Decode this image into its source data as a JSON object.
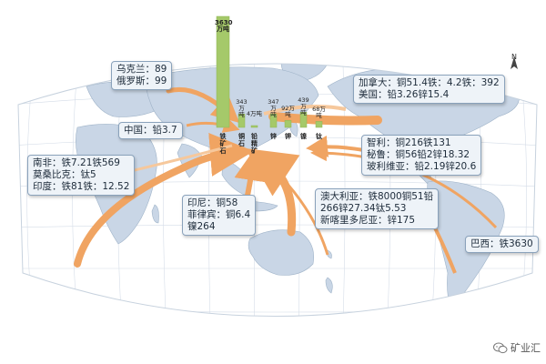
{
  "colors": {
    "ocean": "#ffffff",
    "land": "#c9d6e6",
    "land_stroke": "#9fb3c8",
    "graticule": "#d5dde8",
    "flow": "#f0a462",
    "flow_light": "#f6c89c",
    "bar": "#a5c96a",
    "box_bg": "#eef3f8"
  },
  "bars": {
    "items": [
      {
        "label": "3630\n万吨",
        "value": 3630
      },
      {
        "label": "343万\n吨",
        "value": 343
      },
      {
        "label": "4万吨",
        "value": 4
      },
      {
        "label": "347万\n吨",
        "value": 347
      },
      {
        "label": "92万\n吨",
        "value": 92
      },
      {
        "label": "439万\n吨",
        "value": 439
      },
      {
        "label": "68万\n吨",
        "value": 68
      }
    ],
    "minerals": [
      "铁\n矿\n石",
      "铜\n石",
      "铅\n精\n矿",
      "锌",
      "钾",
      "镍",
      "钛"
    ]
  },
  "boxes": {
    "ukraine_russia": [
      "乌克兰：89",
      "俄罗斯：99"
    ],
    "china": [
      "中国：铅3.7"
    ],
    "africa": [
      "南非：铁7.21铁569",
      "莫桑比克：钛5",
      "印度：铁81铁：12.52"
    ],
    "canada_us": [
      "加拿大：铜51.4铁：4.2铁：392",
      "美国：铅3.26锌15.4"
    ],
    "south_america": [
      "智利：铜216铁131",
      "秘鲁：铜56铅2锌18.32",
      "玻利维亚：铅2.19锌20.6"
    ],
    "indonesia": [
      "印尼：铜58",
      "菲律宾：铜6.4",
      "镍264"
    ],
    "australia": [
      "澳大利亚：铁8000铜51铅",
      "266锌27.34钛5.53",
      "新喀里多尼亚：锌175"
    ],
    "brazil": [
      "巴西：铁3630"
    ]
  },
  "compass": {
    "label": "N"
  },
  "watermark": {
    "text": "矿业汇",
    "icon": "wechat-icon"
  }
}
